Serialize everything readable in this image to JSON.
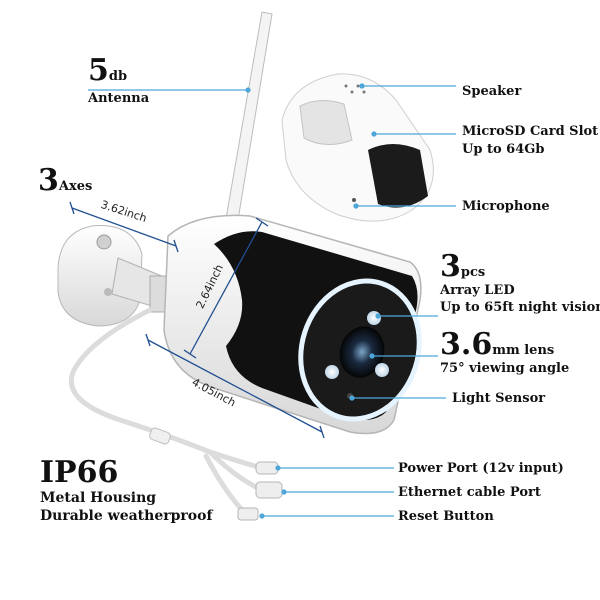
{
  "antenna": {
    "value": "5",
    "unit": "db",
    "label": "Antenna"
  },
  "axes": {
    "value": "3",
    "label": "Axes"
  },
  "dimensions": {
    "width": "3.62inch",
    "diameter": "2.64inch",
    "length": "4.05inch"
  },
  "callouts": {
    "speaker": "Speaker",
    "microsd_line1": "MicroSD Card Slot",
    "microsd_line2": "Up to 64Gb",
    "microphone": "Microphone",
    "led_value": "3",
    "led_unit": "pcs",
    "led_line1": "Array LED",
    "led_line2": "Up to 65ft night vision",
    "lens_value": "3.6",
    "lens_unit": "mm lens",
    "lens_line2": "75° viewing angle",
    "light_sensor": "Light Sensor",
    "power_port": "Power Port (12v input)",
    "ethernet_port": "Ethernet cable Port",
    "reset_button": "Reset Button"
  },
  "rating": {
    "code": "IP66",
    "line1": "Metal Housing",
    "line2": "Durable weatherproof"
  },
  "colors": {
    "callout_line": "#4da6d9",
    "body_white": "#f2f2f2",
    "body_black": "#111111",
    "led_glow": "#e8f6ff"
  }
}
